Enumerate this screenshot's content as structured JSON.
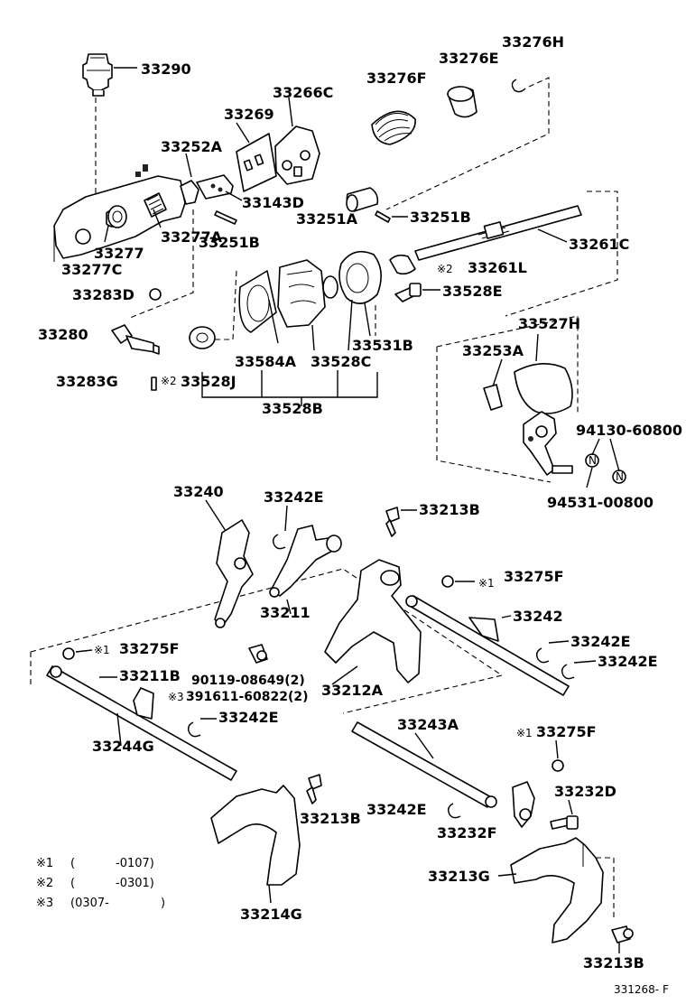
{
  "labels": {
    "p33290": "33290",
    "p33276H": "33276H",
    "p33276E": "33276E",
    "p33276F": "33276F",
    "p33266C": "33266C",
    "p33269": "33269",
    "p33252A": "33252A",
    "p33143D": "33143D",
    "p33251A": "33251A",
    "p33251B_a": "33251B",
    "p33261C": "33261C",
    "p33261L": "33261L",
    "p33277A": "33277A",
    "p33251B_b": "33251B",
    "p33277": "33277",
    "p33277C": "33277C",
    "p33283D": "33283D",
    "p33528E": "33528E",
    "p33280": "33280",
    "p33531B": "33531B",
    "p33584A": "33584A",
    "p33528C": "33528C",
    "p33283G": "33283G",
    "p33528J": "33528J",
    "p33528B": "33528B",
    "p33527H": "33527H",
    "p33253A": "33253A",
    "p94130": "94130-60800",
    "p94531": "94531-00800",
    "p33240": "33240",
    "p33242E_a": "33242E",
    "p33213B_a": "33213B",
    "p33275F_a": "33275F",
    "p33211": "33211",
    "p33242": "33242",
    "p33242E_b": "33242E",
    "p33242E_c": "33242E",
    "p33275F_b": "33275F",
    "p33211B": "33211B",
    "p90119": "90119-08649(2)",
    "p391611": "391611-60822(2)",
    "p33212A": "33212A",
    "p33242E_d": "33242E",
    "p33243A": "33243A",
    "p33275F_c": "33275F",
    "p33244G": "33244G",
    "p33232D": "33232D",
    "p33213B_b": "33213B",
    "p33242E_e": "33242E",
    "p33232F": "33232F",
    "p33213G": "33213G",
    "p33214G": "33214G",
    "p33213B_c": "33213B"
  },
  "marks": {
    "m1": "※1",
    "m2": "※2",
    "m3": "※3"
  },
  "footnotes": [
    {
      "mark": "※1",
      "open": "(",
      "range": "-0107)"
    },
    {
      "mark": "※2",
      "open": "(",
      "range": "-0301)"
    },
    {
      "mark": "※3",
      "open": "(0307-",
      "range": ")"
    }
  ],
  "glyphs": {
    "n_letter": "N"
  },
  "diagram_code": "331268- F"
}
